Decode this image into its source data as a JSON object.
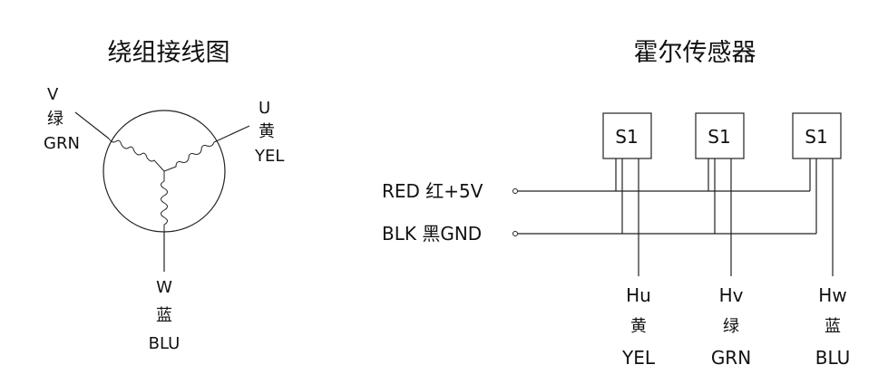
{
  "left": {
    "title": "绕组接线图",
    "v": {
      "letter": "V",
      "color_cn": "绿",
      "color_en": "GRN"
    },
    "u": {
      "letter": "U",
      "color_cn": "黄",
      "color_en": "YEL"
    },
    "w": {
      "letter": "W",
      "color_cn": "蓝",
      "color_en": "BLU"
    }
  },
  "right": {
    "title": "霍尔传感器",
    "sensors": [
      {
        "label": "S1"
      },
      {
        "label": "S1"
      },
      {
        "label": "S1"
      }
    ],
    "red": "RED 红+5V",
    "blk": "BLK 黑GND",
    "outputs": [
      {
        "name": "Hu",
        "color_cn": "黄",
        "color_en": "YEL"
      },
      {
        "name": "Hv",
        "color_cn": "绿",
        "color_en": "GRN"
      },
      {
        "name": "Hw",
        "color_cn": "蓝",
        "color_en": "BLU"
      }
    ]
  }
}
